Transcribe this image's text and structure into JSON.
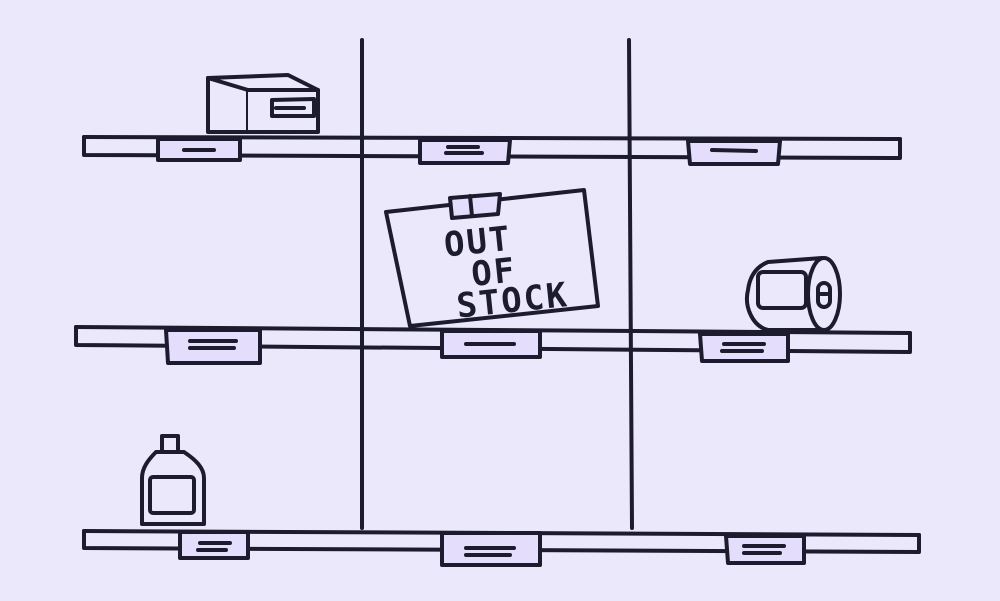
{
  "colors": {
    "background": "#ece8fc",
    "ink": "#1d1b2e",
    "label_fill": "#e4defc",
    "item_fill": "#ece8fc"
  },
  "sign": {
    "line1": "OUT",
    "line2": "OF",
    "line3": "STOCK"
  }
}
